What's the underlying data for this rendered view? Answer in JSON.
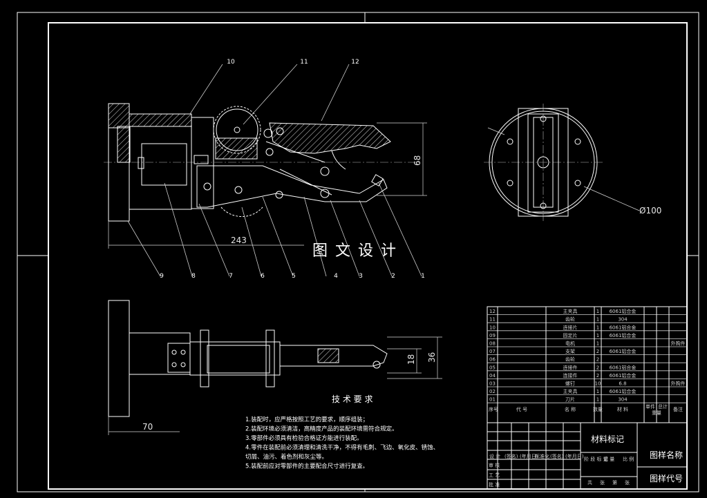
{
  "balloons": [
    "10",
    "11",
    "12",
    "9",
    "8",
    "7",
    "6",
    "5",
    "4",
    "3",
    "2",
    "1"
  ],
  "watermark": "图 文 设 计",
  "dims": {
    "overall_length": "243",
    "height": "68",
    "diameter": "Ø100",
    "bottom_length": "70",
    "width_36": "36",
    "width_18": "18"
  },
  "tech": {
    "title": "技 术 要 求",
    "items": [
      "1.装配时，应严格按照工艺的要求，顺序组装；",
      "2.装配环境必须清洁，高精度产品的装配环境需符合规定。",
      "3.零部件必须具有检验合格证方能进行装配。",
      "4.零件在装配前必须清理和清洗干净，不得有毛刺、飞边、氧化皮、锈蚀、",
      "切屑、油污、着色剂和灰尘等。",
      "5.装配前应对零部件的主要配合尺寸进行复查。"
    ]
  },
  "bom": {
    "rows": [
      {
        "no": "12",
        "name": "主夹具",
        "qty": "1",
        "mat": "6061铝合金",
        "note": ""
      },
      {
        "no": "11",
        "name": "齿轮",
        "qty": "1",
        "mat": "304",
        "note": ""
      },
      {
        "no": "10",
        "name": "连接片",
        "qty": "1",
        "mat": "6061铝合金",
        "note": ""
      },
      {
        "no": "09",
        "name": "固定片",
        "qty": "1",
        "mat": "6061铝合金",
        "note": ""
      },
      {
        "no": "08",
        "name": "电机",
        "qty": "1",
        "mat": "",
        "note": "外购件"
      },
      {
        "no": "07",
        "name": "支架",
        "qty": "2",
        "mat": "6061铝合金",
        "note": ""
      },
      {
        "no": "06",
        "name": "齿轮",
        "qty": "2",
        "mat": "",
        "note": ""
      },
      {
        "no": "05",
        "name": "连接件",
        "qty": "2",
        "mat": "6061铝合金",
        "note": ""
      },
      {
        "no": "04",
        "name": "连接件",
        "qty": "2",
        "mat": "6061铝合金",
        "note": ""
      },
      {
        "no": "03",
        "name": "螺钉",
        "qty": "10",
        "mat": "6.8",
        "note": "外购件"
      },
      {
        "no": "02",
        "name": "主夹具",
        "qty": "1",
        "mat": "6061铝合金",
        "note": ""
      },
      {
        "no": "01",
        "name": "刀片",
        "qty": "1",
        "mat": "304",
        "note": ""
      }
    ],
    "header": {
      "no": "序号",
      "code": "代 号",
      "name": "名 称",
      "qty": "数量",
      "mat": "材 料",
      "unit_w": "单件",
      "total_w": "总计",
      "weight": "重量",
      "note": "备注"
    }
  },
  "titleblock": {
    "material": "材料标记",
    "drawing_name": "图样名称",
    "drawing_code": "图样代号",
    "row_labels": [
      "设 计",
      "(签名)",
      "(年月日)",
      "标准化",
      "(签名)",
      "(年月日)"
    ],
    "stage": [
      "阶 段 标 记",
      "重 量",
      "比 例"
    ],
    "sheets": [
      "共",
      "张",
      "第",
      "张"
    ],
    "left_labels": [
      "审 核",
      "工 艺",
      "批 准"
    ]
  }
}
